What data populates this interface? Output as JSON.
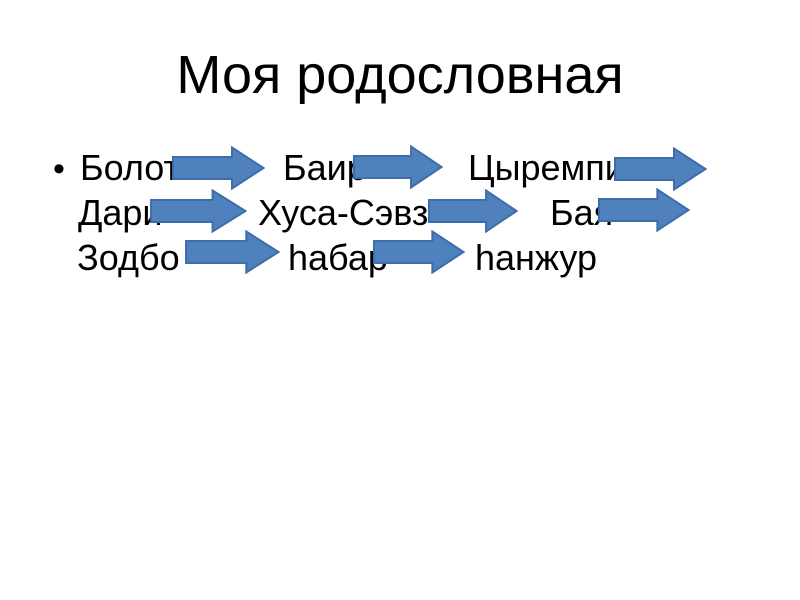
{
  "slide": {
    "title": "Моя родословная",
    "bullet_glyph": "•",
    "generations": [
      {
        "names": [
          "Болот",
          "Баир",
          "Цыремпи"
        ]
      },
      {
        "names": [
          "Дари",
          "Хуса-Сэвз",
          "Бая"
        ]
      },
      {
        "names": [
          "Зодбо",
          "hабар",
          "hанжур"
        ]
      }
    ],
    "colors": {
      "background": "#ffffff",
      "text": "#000000",
      "arrow_fill": "#4f81bd",
      "arrow_border": "#3e6daa"
    },
    "icons": {
      "arrow": "right-block-arrow"
    }
  }
}
